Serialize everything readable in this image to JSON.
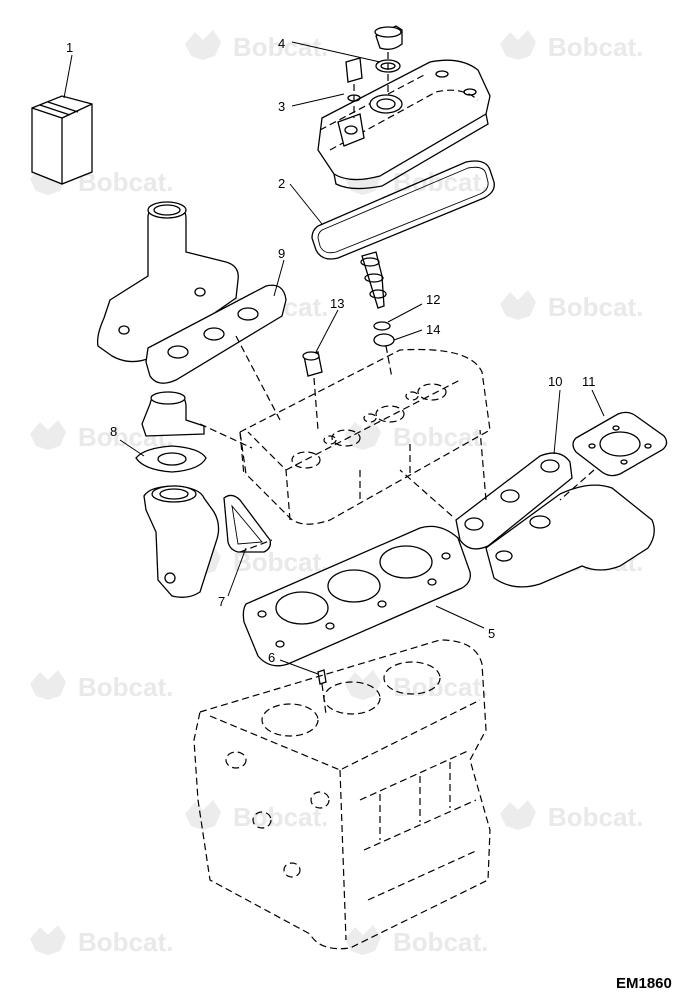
{
  "watermark": {
    "text": "Bobcat.",
    "icon": "bobcat-logo-icon"
  },
  "callouts": [
    "1",
    "2",
    "3",
    "4",
    "5",
    "6",
    "7",
    "8",
    "9",
    "10",
    "11",
    "12",
    "13",
    "14"
  ],
  "figure_ref": "EM1860",
  "colors": {
    "line": "#000000",
    "background": "#ffffff",
    "watermark": "#e9e9e9"
  }
}
